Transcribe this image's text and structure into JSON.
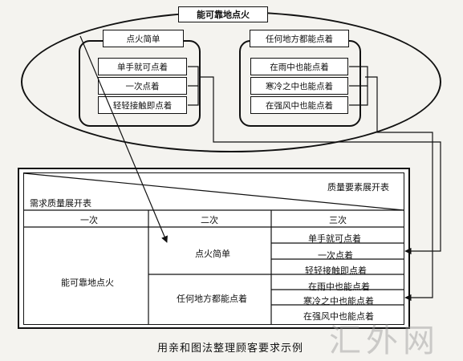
{
  "affinity": {
    "title": "能可靠地点火",
    "left_group": {
      "head": "点火简单",
      "items": [
        "单手就可点着",
        "一次点着",
        "轻轻接触即点着"
      ]
    },
    "right_group": {
      "head": "任何地方都能点着",
      "items": [
        "在雨中也能点着",
        "寒冷之中也能点着",
        "在强风中也能点着"
      ]
    }
  },
  "table": {
    "header_right": "质量要素展开表",
    "header_left": "需求质量展开表",
    "col_headers": [
      "一次",
      "二次",
      "三次"
    ],
    "first": "能可靠地点火",
    "second": [
      "点火简单",
      "任何地方都能点着"
    ],
    "third": [
      "单手就可点着",
      "一次点着",
      "轻轻接触即点着",
      "在雨中也能点着",
      "寒冷之中也能点着",
      "在强风中也能点着"
    ]
  },
  "caption": "用亲和图法整理顾客要求示例",
  "watermark": "汇外网"
}
